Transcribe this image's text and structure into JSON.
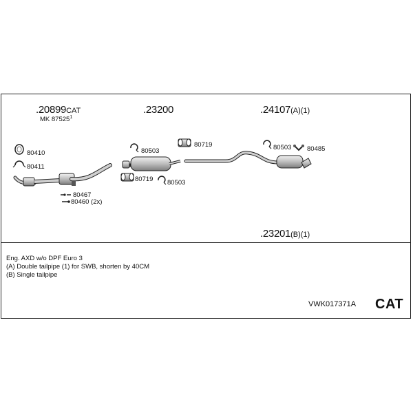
{
  "parts": {
    "p20899": {
      "number": ".20899",
      "suffix": "CAT"
    },
    "mk_ref": {
      "label": "MK",
      "number": "87525",
      "mark": "1"
    },
    "p23200": {
      "number": ".23200"
    },
    "p24107": {
      "number": ".24107",
      "suffix": "(A)(1)"
    },
    "p23201": {
      "number": ".23201",
      "suffix": "(B)(1)"
    }
  },
  "accessories": {
    "a80410": "80410",
    "a80411": "80411",
    "a80467": "80467",
    "a80460": "80460 (2x)",
    "a80503_left": "80503",
    "a80719_top": "80719",
    "a80719_bottom": "80719",
    "a80503_mid": "80503",
    "a80503_right": "80503",
    "a80485": "80485"
  },
  "notes": {
    "line1": "Eng. AXD   w/o DPF   Euro 3",
    "line2": "(A) Double tailpipe (1) for SWB, shorten by 40CM",
    "line3": "(B) Single tailpipe"
  },
  "footer": {
    "kit_code": "VWK017371A",
    "brand": "CAT"
  },
  "colors": {
    "line": "#222222",
    "part_fill": "#d9d9d9",
    "shade": "#9a9a9a"
  }
}
